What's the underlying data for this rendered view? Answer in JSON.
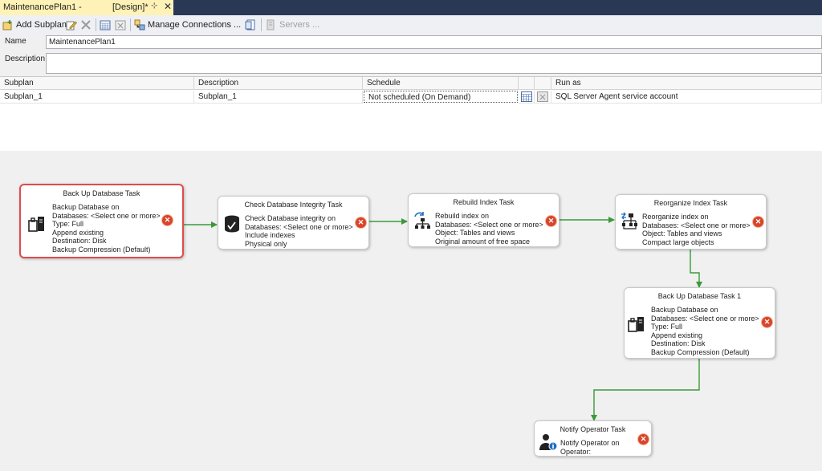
{
  "tab": {
    "plan_name": "MaintenancePlan1 -",
    "mode": "[Design]*",
    "pin_glyph": "⊹",
    "close_glyph": "✕"
  },
  "toolbar": {
    "add_subplan": "Add Subplan",
    "manage_connections": "Manage Connections ...",
    "servers": "Servers ..."
  },
  "properties": {
    "name_label": "Name",
    "name_value": "MaintenancePlan1",
    "description_label": "Description",
    "description_value": ""
  },
  "subplan_grid": {
    "columns": [
      "Subplan",
      "Description",
      "Schedule",
      "Run as"
    ],
    "rows": [
      {
        "subplan": "Subplan_1",
        "description": "Subplan_1",
        "schedule": "Not scheduled (On Demand)",
        "run_as": "SQL Server Agent service account"
      }
    ]
  },
  "tasks": {
    "backup1": {
      "title": "Back Up Database Task",
      "lines": [
        "Backup Database on",
        "Databases: <Select one or more>",
        "Type: Full",
        "Append existing",
        "Destination: Disk",
        "Backup Compression (Default)"
      ]
    },
    "integrity": {
      "title": "Check Database Integrity Task",
      "lines": [
        "Check Database integrity on",
        "Databases: <Select one or more>",
        "Include indexes",
        "Physical only"
      ]
    },
    "rebuild": {
      "title": "Rebuild Index Task",
      "lines": [
        "Rebuild index on",
        "Databases: <Select one or more>",
        "Object: Tables and views",
        "Original amount of free space"
      ]
    },
    "reorganize": {
      "title": "Reorganize Index Task",
      "lines": [
        "Reorganize index on",
        "Databases: <Select one or more>",
        "Object: Tables and views",
        "Compact large objects"
      ]
    },
    "backup2": {
      "title": "Back Up Database Task 1",
      "lines": [
        "Backup Database on",
        "Databases: <Select one or more>",
        "Type: Full",
        "Append existing",
        "Destination: Disk",
        "Backup Compression (Default)"
      ]
    },
    "notify": {
      "title": "Notify Operator Task",
      "lines": [
        "Notify Operator on",
        "Operator:"
      ]
    }
  },
  "error_glyph": "✕",
  "colors": {
    "tab_bar": "#293955",
    "active_tab": "#fff2b6",
    "selection_border": "#e04c4c",
    "connector": "#3a9a3a",
    "error": "#d9442c"
  }
}
